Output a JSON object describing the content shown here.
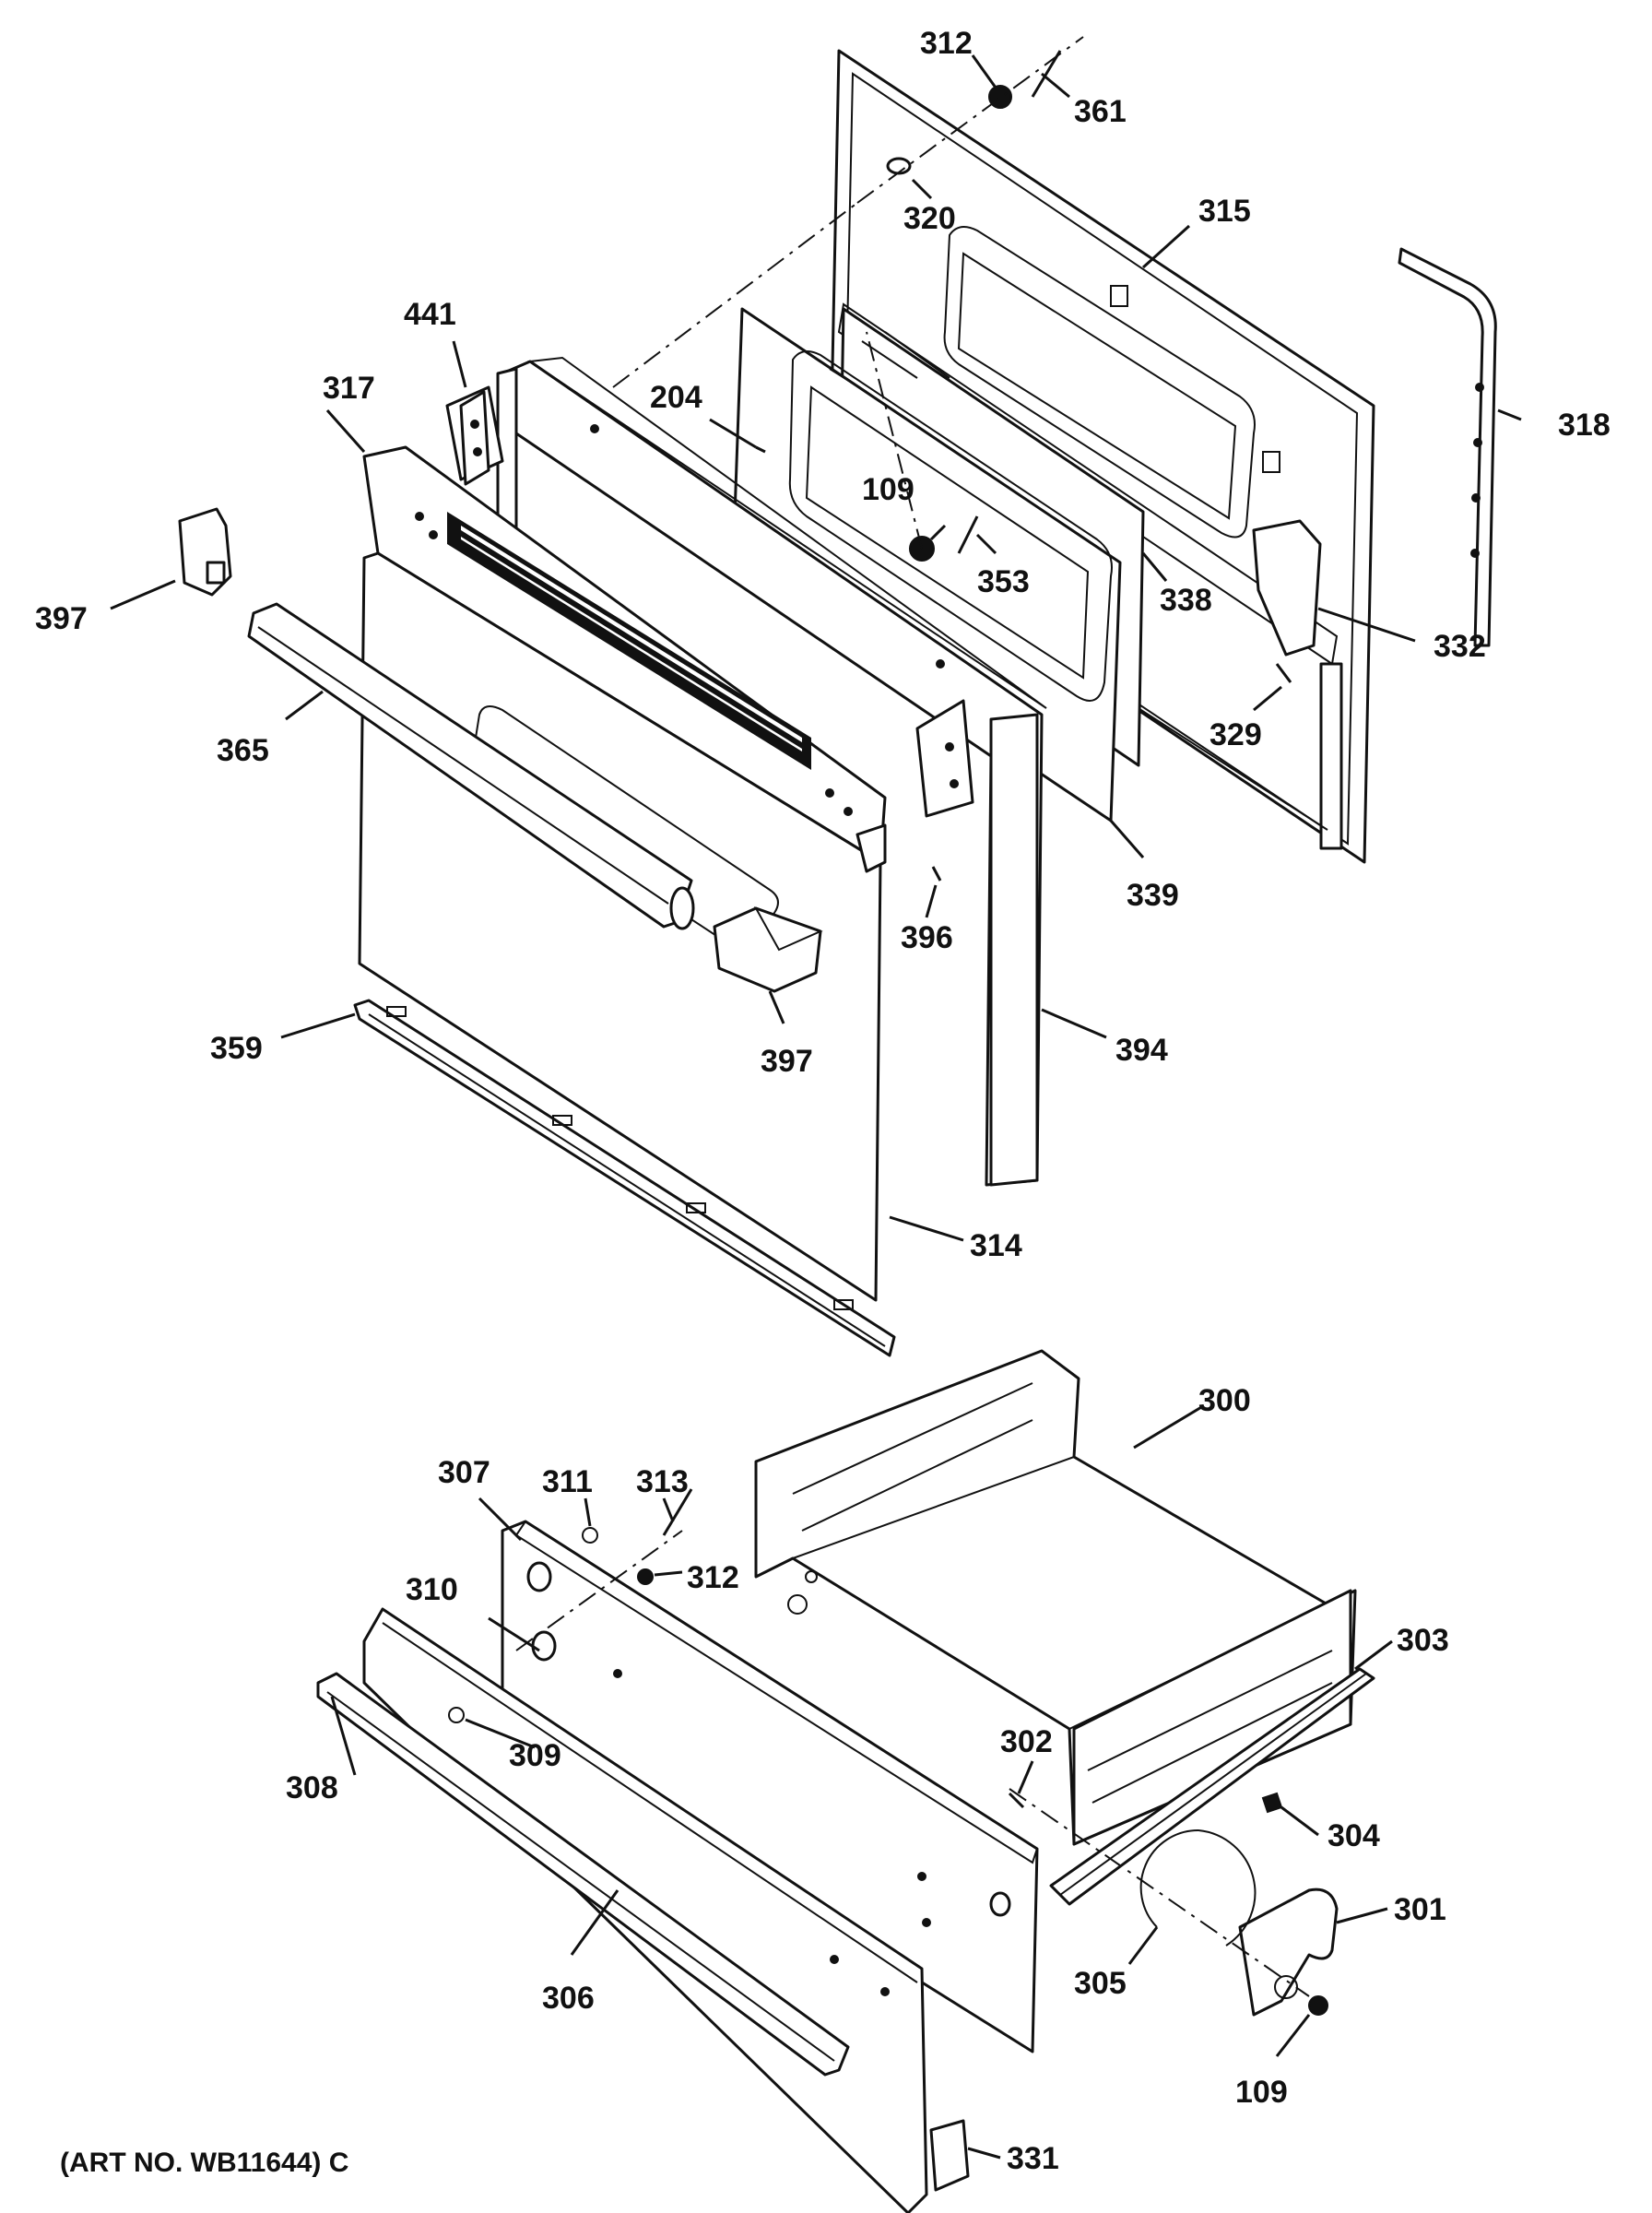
{
  "caption": "(ART NO. WB11644) C",
  "callouts": [
    {
      "id": "c312a",
      "label": "312"
    },
    {
      "id": "c361",
      "label": "361"
    },
    {
      "id": "c320",
      "label": "320"
    },
    {
      "id": "c315",
      "label": "315"
    },
    {
      "id": "c318",
      "label": "318"
    },
    {
      "id": "c441",
      "label": "441"
    },
    {
      "id": "c317",
      "label": "317"
    },
    {
      "id": "c204",
      "label": "204"
    },
    {
      "id": "c109a",
      "label": "109"
    },
    {
      "id": "c353",
      "label": "353"
    },
    {
      "id": "c338",
      "label": "338"
    },
    {
      "id": "c332",
      "label": "332"
    },
    {
      "id": "c397a",
      "label": "397"
    },
    {
      "id": "c365",
      "label": "365"
    },
    {
      "id": "c329",
      "label": "329"
    },
    {
      "id": "c339",
      "label": "339"
    },
    {
      "id": "c396",
      "label": "396"
    },
    {
      "id": "c397b",
      "label": "397"
    },
    {
      "id": "c359",
      "label": "359"
    },
    {
      "id": "c394",
      "label": "394"
    },
    {
      "id": "c314",
      "label": "314"
    },
    {
      "id": "c300",
      "label": "300"
    },
    {
      "id": "c307",
      "label": "307"
    },
    {
      "id": "c311",
      "label": "311"
    },
    {
      "id": "c313",
      "label": "313"
    },
    {
      "id": "c312b",
      "label": "312"
    },
    {
      "id": "c310",
      "label": "310"
    },
    {
      "id": "c303",
      "label": "303"
    },
    {
      "id": "c309",
      "label": "309"
    },
    {
      "id": "c308",
      "label": "308"
    },
    {
      "id": "c302",
      "label": "302"
    },
    {
      "id": "c304",
      "label": "304"
    },
    {
      "id": "c301",
      "label": "301"
    },
    {
      "id": "c305",
      "label": "305"
    },
    {
      "id": "c306",
      "label": "306"
    },
    {
      "id": "c109b",
      "label": "109"
    },
    {
      "id": "c331",
      "label": "331"
    }
  ]
}
